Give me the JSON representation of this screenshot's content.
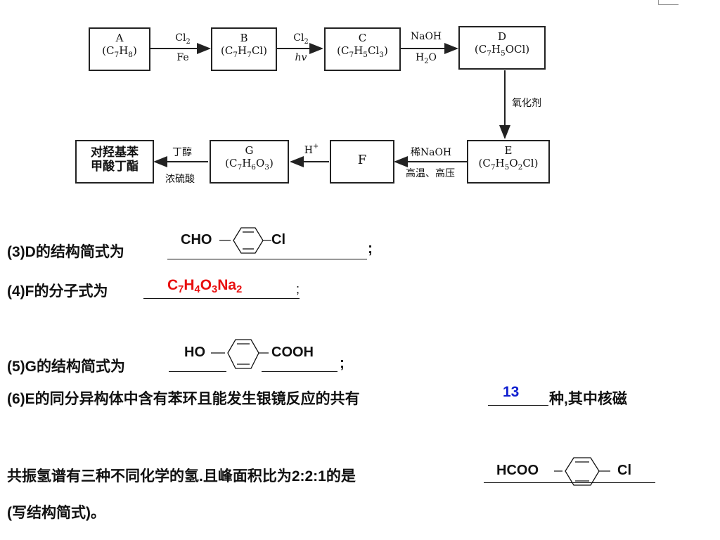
{
  "scheme": {
    "A": {
      "name": "A",
      "formula_html": "(C<sub>7</sub>H<sub>8</sub>)"
    },
    "B": {
      "name": "B",
      "formula_html": "(C<sub>7</sub>H<sub>7</sub>Cl)"
    },
    "C": {
      "name": "C",
      "formula_html": "(C<sub>7</sub>H<sub>5</sub>Cl<sub>3</sub>)"
    },
    "D": {
      "name": "D",
      "formula_html": "(C<sub>7</sub>H<sub>5</sub>OCl)"
    },
    "E": {
      "name": "E",
      "formula_html": "(C<sub>7</sub>H<sub>5</sub>O<sub>2</sub>Cl)"
    },
    "F": {
      "name": "F"
    },
    "G": {
      "name": "G",
      "formula_html": "(C<sub>7</sub>H<sub>6</sub>O<sub>3</sub>)"
    },
    "product": {
      "line1": "对羟基苯",
      "line2": "甲酸丁酯"
    },
    "reagents": {
      "ab_top_html": "Cl<sub>2</sub>",
      "ab_bottom": "Fe",
      "bc_top_html": "Cl<sub>2</sub>",
      "bc_bottom": "hv",
      "cd_top": "NaOH",
      "cd_bottom_html": "H<sub>2</sub>O",
      "de_side": "氧化剂",
      "ef_top": "稀NaOH",
      "ef_bottom": "高温、高压",
      "fg_top_html": "H<sup>+</sup>",
      "gp_top": "丁醇",
      "gp_bottom": "浓硫酸"
    }
  },
  "questions": {
    "q3": {
      "prefix": "(3)D的结构简式为",
      "suffix": ";",
      "answer_left": "CHO",
      "answer_right": "Cl"
    },
    "q4": {
      "prefix": "(4)F的分子式为",
      "suffix": ";",
      "answer_html": "C<sub>7</sub>H<sub>4</sub>O<sub>3</sub>Na<sub>2</sub>"
    },
    "q5": {
      "prefix": "(5)G的结构简式为",
      "suffix": ";",
      "answer_left": "HO",
      "answer_right": "COOH"
    },
    "q6": {
      "line1_prefix": "(6)E的同分异构体中含有苯环且能发生银镜反应的共有",
      "answer_count": "13",
      "line1_suffix": "种,其中核磁",
      "line2_prefix": "共振氢谱有三种不同化学的氢.且峰面积比为2:2:1的是",
      "answer_left": "HCOO",
      "answer_right": "Cl",
      "line3": "(写结构简式)。"
    }
  },
  "colors": {
    "answer_red": "#e81010",
    "answer_blue": "#1020d0",
    "ink": "#111111"
  }
}
